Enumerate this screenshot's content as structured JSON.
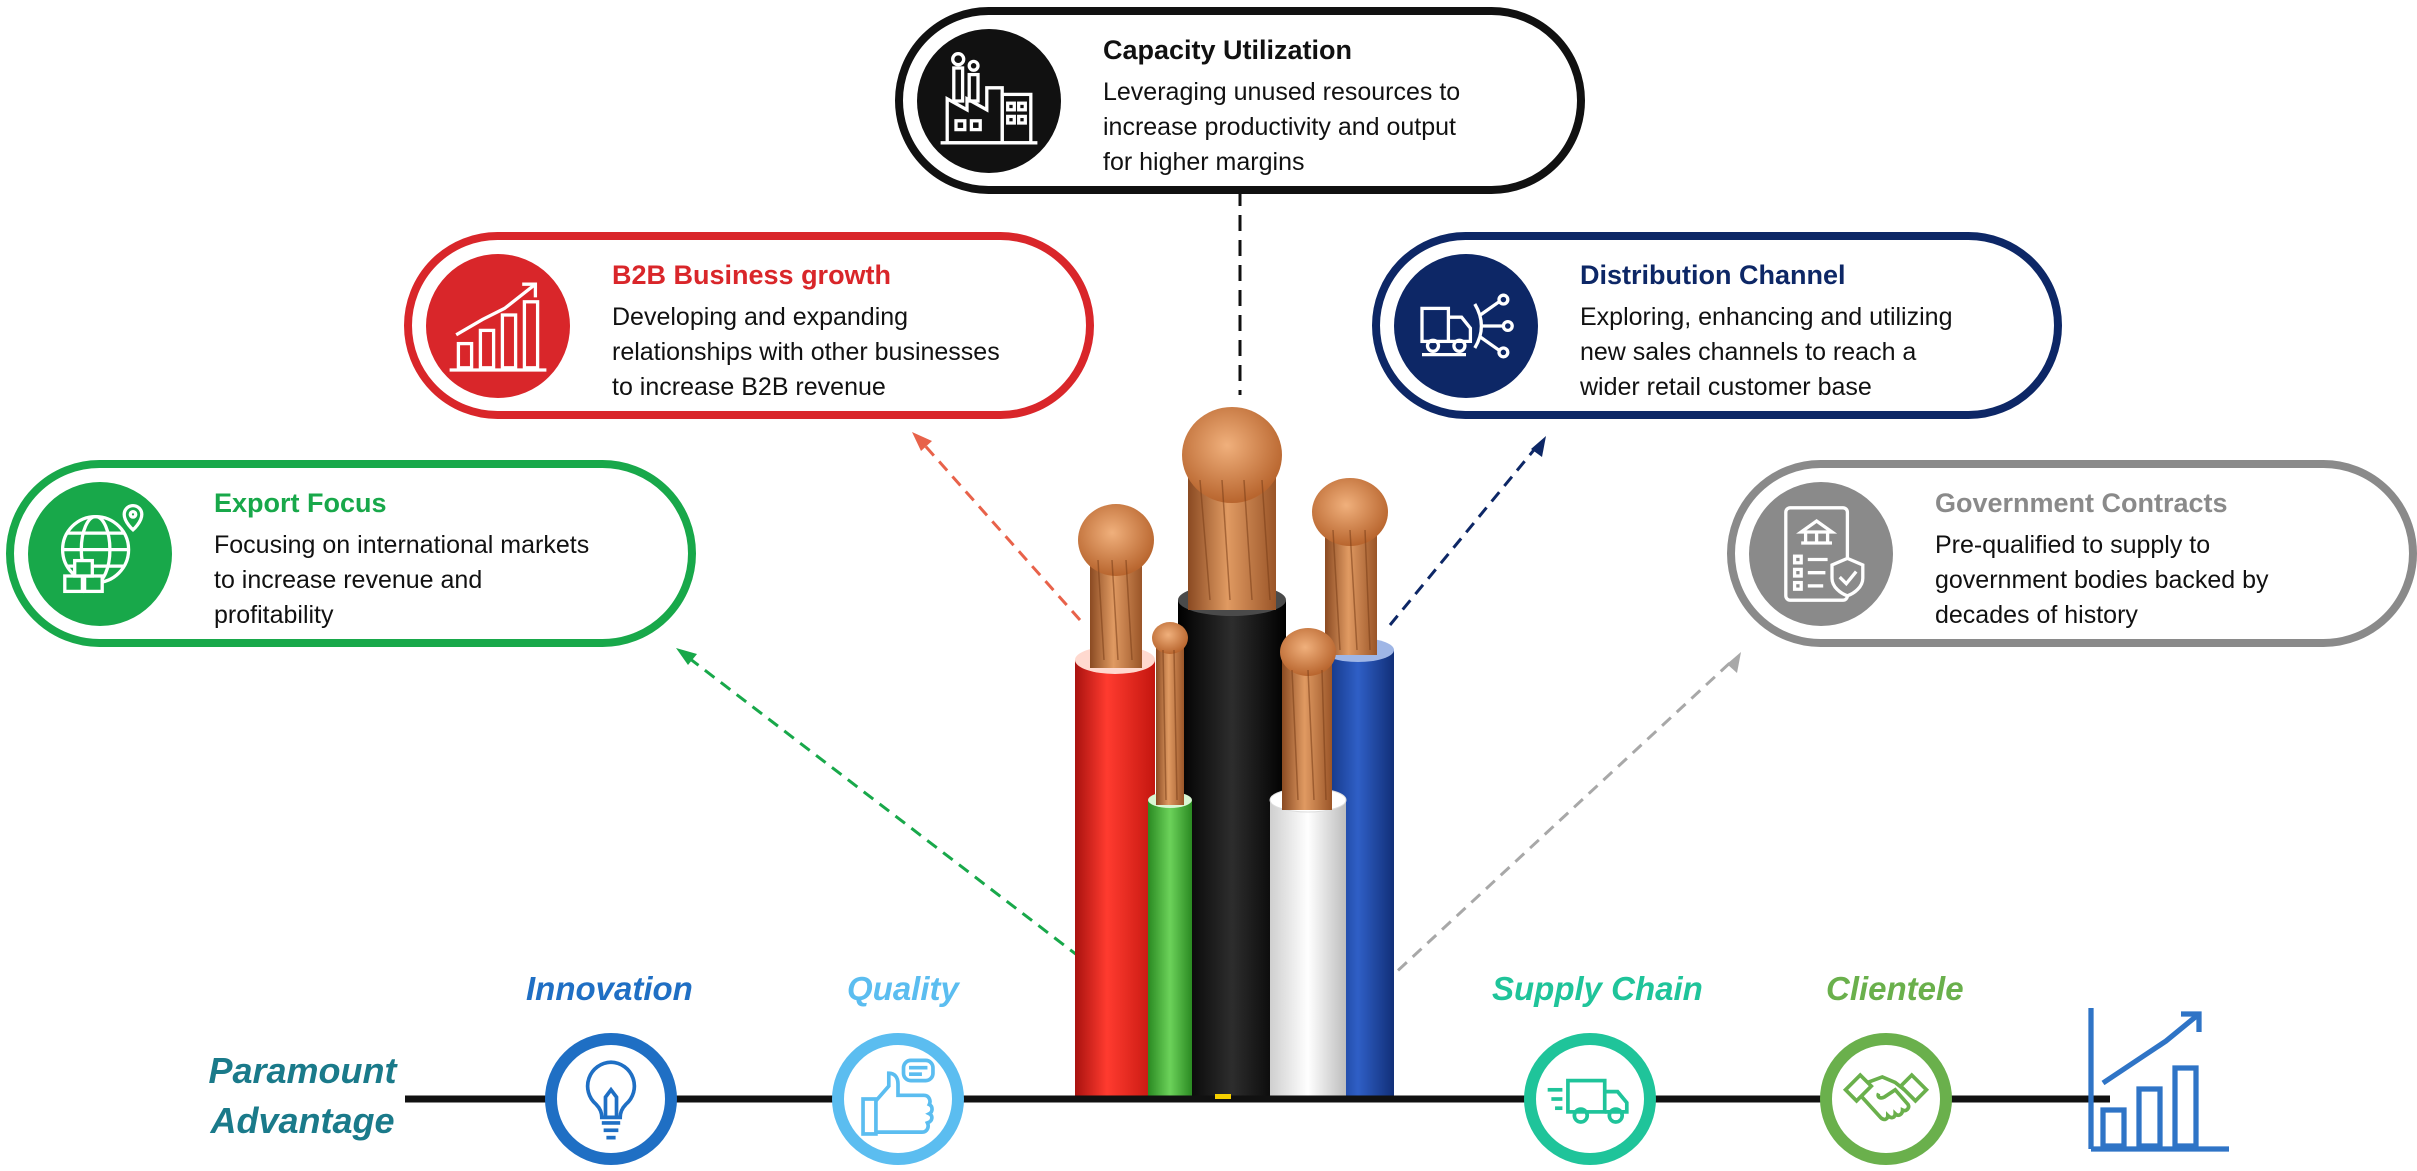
{
  "cards": {
    "capacity": {
      "title": "Capacity Utilization",
      "lines": [
        "Leveraging unused resources to",
        "increase productivity and output",
        "for higher margins"
      ],
      "color": "#111111",
      "icon": "factory-icon"
    },
    "b2b": {
      "title": "B2B Business growth",
      "lines": [
        "Developing and expanding",
        "relationships with other businesses",
        "to increase B2B revenue"
      ],
      "color": "#d9262a",
      "icon": "growth-chart-icon"
    },
    "distribution": {
      "title": "Distribution Channel",
      "lines": [
        "Exploring, enhancing and utilizing",
        "new sales channels to reach a",
        "wider retail customer base"
      ],
      "color": "#0d2766",
      "icon": "delivery-network-icon"
    },
    "export": {
      "title": "Export Focus",
      "lines": [
        "Focusing on international markets",
        "to increase revenue and",
        "profitability"
      ],
      "color": "#18a84a",
      "icon": "globe-export-icon"
    },
    "government": {
      "title": "Government Contracts",
      "lines": [
        "Pre-qualified to supply to",
        "government bodies backed by",
        "decades of history"
      ],
      "color": "#8a8a8a",
      "icon": "government-document-icon"
    }
  },
  "advantage": {
    "heading_line1": "Paramount",
    "heading_line2": "Advantage",
    "color": "#1a7a8a",
    "items": [
      {
        "label": "Innovation",
        "color": "#1f6fc4",
        "icon": "lightbulb-icon"
      },
      {
        "label": "Quality",
        "color": "#5bbdf0",
        "icon": "thumbs-up-icon"
      },
      {
        "label": "Supply Chain",
        "color": "#1fc49a",
        "icon": "delivery-truck-icon"
      },
      {
        "label": "Clientele",
        "color": "#6ab04c",
        "icon": "handshake-icon"
      }
    ],
    "end_icon": "bar-chart-growth-icon",
    "end_icon_color": "#2f74c6"
  },
  "cable": {
    "wire_colors": [
      "#e8221f",
      "#4caf3d",
      "#111111",
      "#ffffff",
      "#1d48a8"
    ],
    "copper_color": "#c9783f"
  }
}
